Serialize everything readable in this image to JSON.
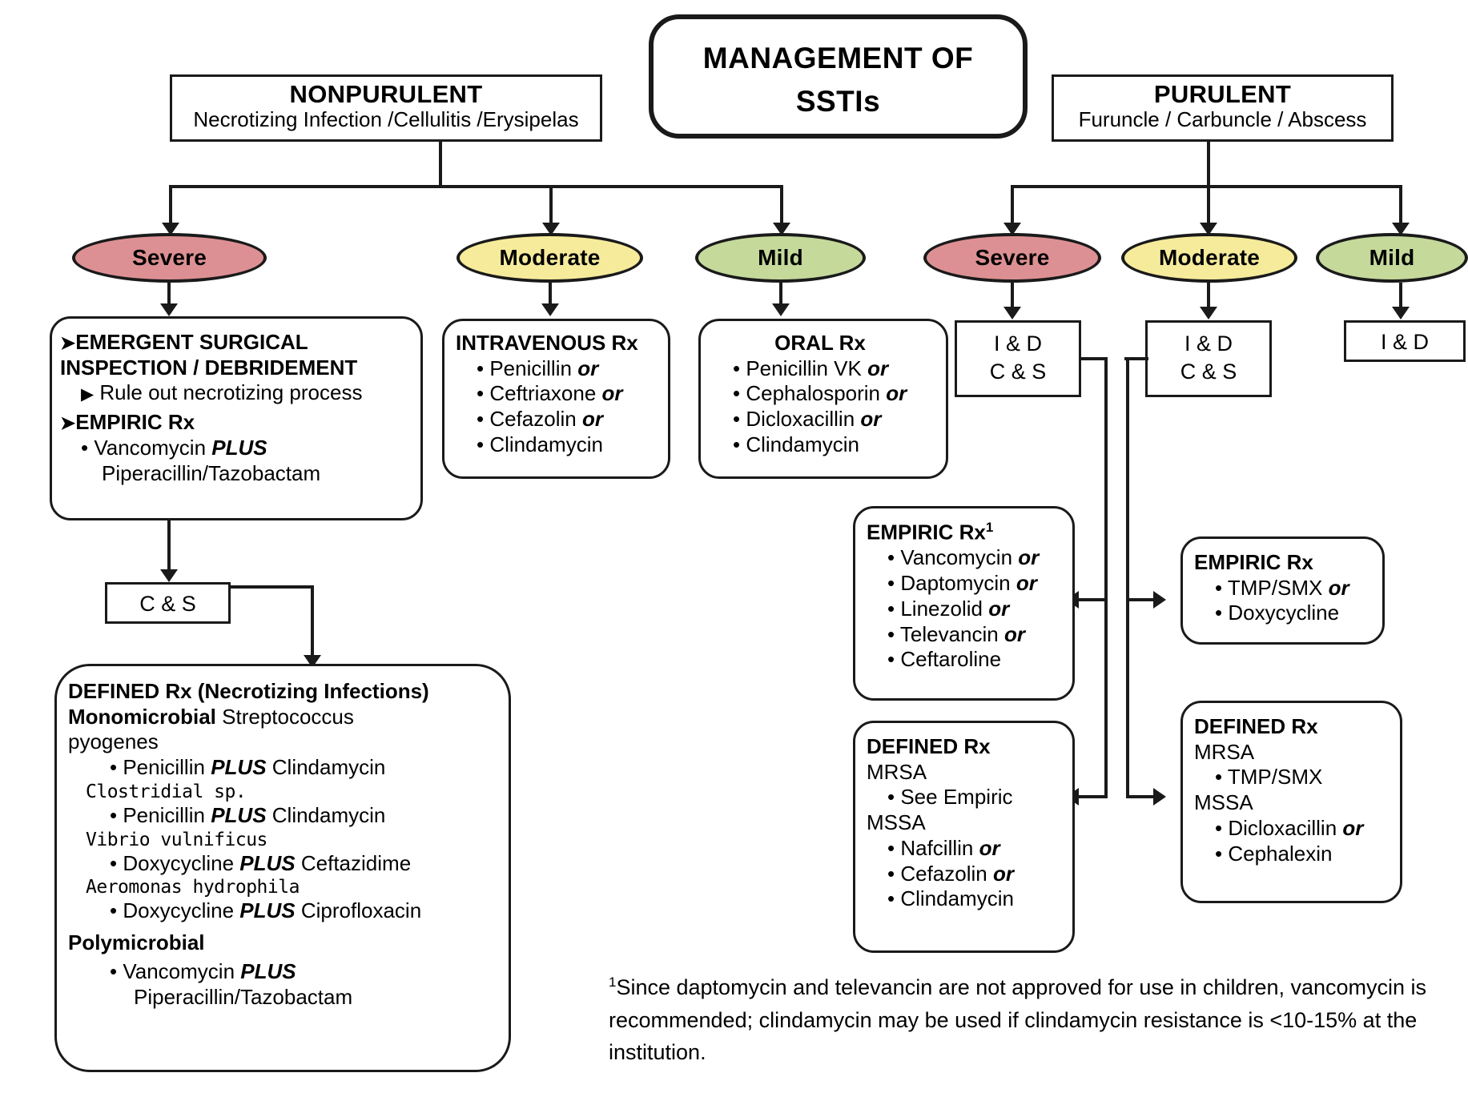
{
  "title": {
    "line1": "MANAGEMENT OF",
    "line2": "SSTIs"
  },
  "branches": {
    "left": {
      "heading": "NONPURULENT",
      "subheading": "Necrotizing Infection /Cellulitis /Erysipelas",
      "severities": [
        {
          "label": "Severe",
          "color": "#dd9093"
        },
        {
          "label": "Moderate",
          "color": "#f6eb9b"
        },
        {
          "label": "Mild",
          "color": "#c5d99b"
        }
      ]
    },
    "right": {
      "heading": "PURULENT",
      "subheading": "Furuncle / Carbuncle / Abscess",
      "severities": [
        {
          "label": "Severe",
          "color": "#dd9093"
        },
        {
          "label": "Moderate",
          "color": "#f6eb9b"
        },
        {
          "label": "Mild",
          "color": "#c5d99b"
        }
      ]
    }
  },
  "nonpurulent_severe": {
    "l1": "EMERGENT SURGICAL",
    "l2": "INSPECTION / DEBRIDEMENT",
    "l3": "Rule out necrotizing process",
    "l4": "EMPIRIC Rx",
    "l5": "Vancomycin",
    "l5b": "PLUS",
    "l6": "Piperacillin/Tazobactam"
  },
  "nonpurulent_moderate": {
    "header": "INTRAVENOUS Rx",
    "items": [
      {
        "drug": "Penicillin",
        "conj": "or"
      },
      {
        "drug": "Ceftriaxone",
        "conj": "or"
      },
      {
        "drug": "Cefazolin",
        "conj": "or"
      },
      {
        "drug": "Clindamycin",
        "conj": ""
      }
    ]
  },
  "nonpurulent_mild": {
    "header": "ORAL Rx",
    "items": [
      {
        "drug": "Penicillin VK",
        "conj": "or"
      },
      {
        "drug": "Cephalosporin",
        "conj": "or"
      },
      {
        "drug": "Dicloxacillin",
        "conj": "or"
      },
      {
        "drug": "Clindamycin",
        "conj": ""
      }
    ]
  },
  "cs_box": {
    "label": "C & S"
  },
  "defined_necrotizing": {
    "header": "DEFINED Rx (Necrotizing Infections)",
    "mono_label": "Monomicrobial",
    "organism1a": "Streptococcus",
    "organism1b": "pyogenes",
    "rx1": {
      "a": "Penicillin",
      "b": "PLUS",
      "c": "Clindamycin"
    },
    "organism2": "Clostridial sp.",
    "rx2": {
      "a": "Penicillin",
      "b": "PLUS",
      "c": "Clindamycin"
    },
    "organism3": "Vibrio vulnificus",
    "rx3": {
      "a": "Doxycycline",
      "b": "PLUS",
      "c": "Ceftazidime"
    },
    "organism4": "Aeromonas  hydrophila",
    "rx4": {
      "a": "Doxycycline",
      "b": "PLUS",
      "c": "Ciprofloxacin"
    },
    "poly_label": "Polymicrobial",
    "rx5": {
      "a": "Vancomycin",
      "b": "PLUS",
      "c": "Piperacillin/Tazobactam"
    }
  },
  "purulent_severe_id": {
    "l1": "I & D",
    "l2": "C & S"
  },
  "purulent_moderate_id": {
    "l1": "I & D",
    "l2": "C & S"
  },
  "purulent_mild_id": {
    "l1": "I & D"
  },
  "purulent_severe_empiric": {
    "header": "EMPIRIC Rx",
    "footnote_marker": "1",
    "items": [
      {
        "drug": "Vancomycin",
        "conj": "or"
      },
      {
        "drug": "Daptomycin",
        "conj": "or"
      },
      {
        "drug": "Linezolid",
        "conj": "or"
      },
      {
        "drug": "Televancin",
        "conj": "or"
      },
      {
        "drug": "Ceftaroline",
        "conj": ""
      }
    ]
  },
  "purulent_severe_defined": {
    "header": "DEFINED Rx",
    "group1": "MRSA",
    "group1_items": [
      {
        "drug": "See Empiric",
        "conj": ""
      }
    ],
    "group2": "MSSA",
    "group2_items": [
      {
        "drug": "Nafcillin",
        "conj": "or"
      },
      {
        "drug": "Cefazolin",
        "conj": "or"
      },
      {
        "drug": "Clindamycin",
        "conj": ""
      }
    ]
  },
  "purulent_moderate_empiric": {
    "header": "EMPIRIC Rx",
    "items": [
      {
        "drug": "TMP/SMX",
        "conj": "or"
      },
      {
        "drug": "Doxycycline",
        "conj": ""
      }
    ]
  },
  "purulent_moderate_defined": {
    "header": "DEFINED Rx",
    "group1": "MRSA",
    "group1_items": [
      {
        "drug": "TMP/SMX",
        "conj": ""
      }
    ],
    "group2": "MSSA",
    "group2_items": [
      {
        "drug": "Dicloxacillin",
        "conj": "or"
      },
      {
        "drug": "Cephalexin",
        "conj": ""
      }
    ]
  },
  "footnote": {
    "marker": "1",
    "text": "Since daptomycin and televancin are not approved for use in children, vancomycin is recommended; clindamycin may be used if clindamycin resistance is <10-15% at the institution."
  },
  "bullets": {
    "dot": "•",
    "arrow_hollow": "➤",
    "arrow_solid": "▶"
  }
}
